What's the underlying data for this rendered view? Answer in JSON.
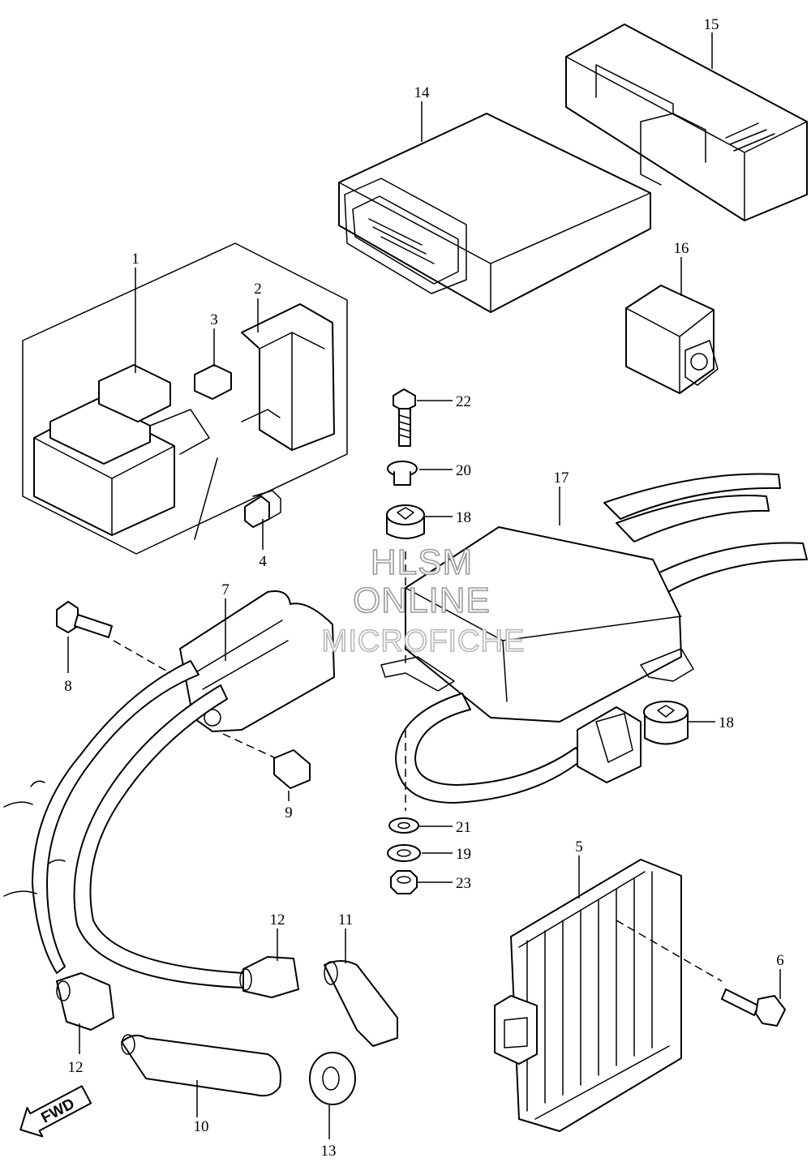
{
  "callouts": {
    "c1": "1",
    "c2": "2",
    "c3": "3",
    "c4": "4",
    "c5": "5",
    "c6": "6",
    "c7": "7",
    "c8": "8",
    "c9": "9",
    "c10": "10",
    "c11": "11",
    "c12a": "12",
    "c12b": "12",
    "c13": "13",
    "c14": "14",
    "c15": "15",
    "c16": "16",
    "c17": "17",
    "c18a": "18",
    "c18b": "18",
    "c19": "19",
    "c20": "20",
    "c21": "21",
    "c22": "22",
    "c23": "23"
  },
  "watermark": {
    "line1": "HLSM",
    "line2": "ONLINE",
    "line3": "MICROFICHE"
  },
  "direction_badge": {
    "label": "FWD"
  }
}
